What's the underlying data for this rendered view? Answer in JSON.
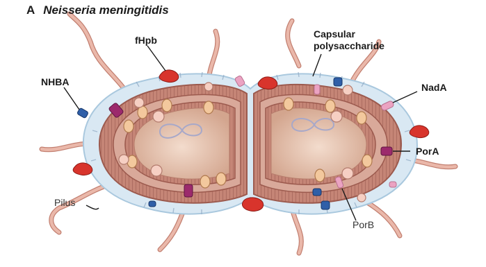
{
  "figure": {
    "panel_letter": "A",
    "species": "Neisseria meningitidis"
  },
  "labels": {
    "fhpb": "fHpb",
    "capsular_line1": "Capsular",
    "capsular_line2": "polysaccharide",
    "nhba": "NHBA",
    "nada": "NadA",
    "pora": "PorA",
    "pilus": "Pilus",
    "porb": "PorB"
  },
  "colors": {
    "capsule": "#d6e6f2",
    "capsule_edge": "#9fc1da",
    "membrane": "#c9877a",
    "membrane_dark": "#9c5a4e",
    "cytoplasm": "#e5c2ad",
    "pilus": "#e4a99a",
    "fhpb": "#d8342c",
    "nhba": "#2f5fa8",
    "nada": "#e79bbb",
    "pora": "#9c2a6c",
    "porb": "#f2c59a"
  }
}
